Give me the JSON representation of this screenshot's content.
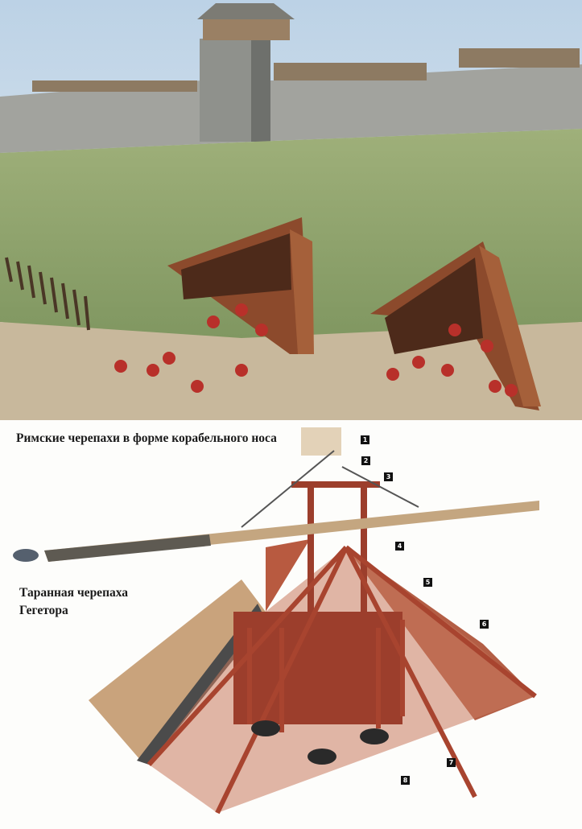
{
  "captions": {
    "ship_prow_tortoises": "Римские черепахи в форме корабельного носа",
    "ram_tortoise_line1": "Таранная черепаха",
    "ram_tortoise_line2": "Гегетора"
  },
  "markers": [
    "1",
    "2",
    "3",
    "4",
    "5",
    "6",
    "7",
    "8"
  ],
  "colors": {
    "sky": "#c9dbe8",
    "wall": "#9a9c98",
    "grass": "#8fa46a",
    "dirt": "#c9b9a0",
    "timber": "#a24a35",
    "ram": "#b59a78"
  }
}
